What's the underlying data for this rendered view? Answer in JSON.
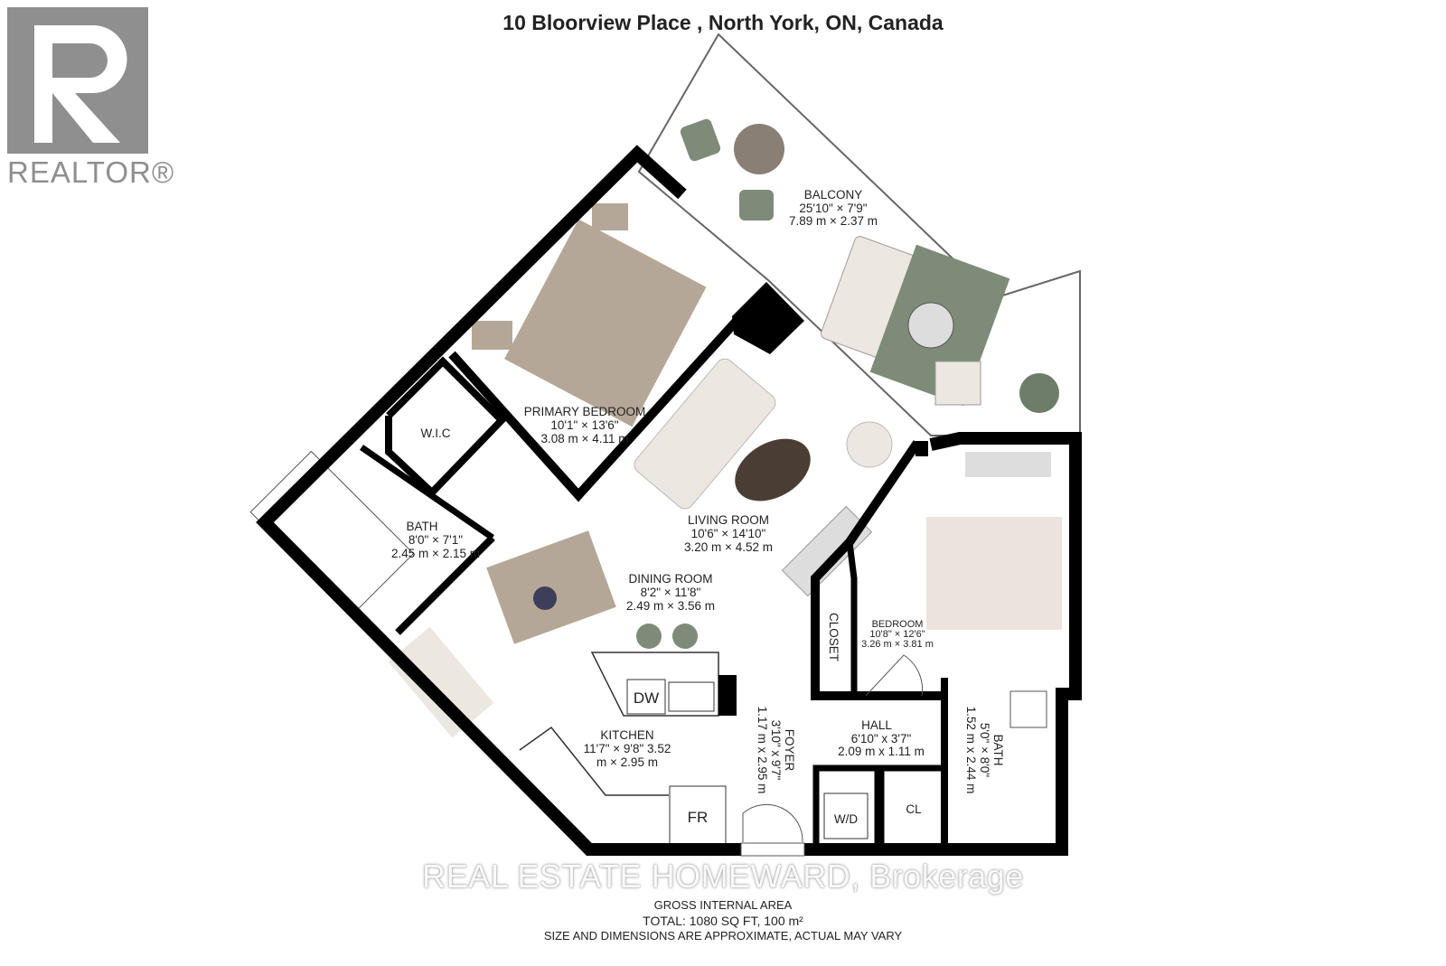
{
  "title": "10 Bloorview Place , North York, ON, Canada",
  "logo": {
    "text": "REALTOR®",
    "color": "#8f8f8f"
  },
  "rooms": {
    "balcony": {
      "name": "BALCONY",
      "imperial": "25'10\" × 7'9\"",
      "metric": "7.89 m × 2.37 m"
    },
    "primary_bedroom": {
      "name": "PRIMARY BEDROOM",
      "imperial": "10'1\" × 13'6\"",
      "metric": "3.08 m × 4.11 m"
    },
    "wic": {
      "name": "W.I.C"
    },
    "bath1": {
      "name": "BATH",
      "imperial": "8'0\" × 7'1\"",
      "metric": "2.45 m × 2.15 m"
    },
    "living_room": {
      "name": "LIVING ROOM",
      "imperial": "10'6\" × 14'10\"",
      "metric": "3.20 m × 4.52 m"
    },
    "dining_room": {
      "name": "DINING ROOM",
      "imperial": "8'2\" × 11'8\"",
      "metric": "2.49 m × 3.56 m"
    },
    "kitchen": {
      "name": "KITCHEN",
      "imperial": "11'7\" × 9'8\" 3.52",
      "metric": "m × 2.95 m"
    },
    "foyer": {
      "name": "FOYER",
      "imperial": "3'10\" x 9'7\"",
      "metric": "1.17 m x 2.95 m"
    },
    "hall": {
      "name": "HALL",
      "imperial": "6'10\" x 3'7\"",
      "metric": "2.09 m x 1.11 m"
    },
    "bedroom": {
      "name": "BEDROOM",
      "imperial": "10'8\" × 12'6\"",
      "metric": "3.26 m × 3.81 m"
    },
    "closet": {
      "name": "CLOSET"
    },
    "bath2": {
      "name": "BATH",
      "imperial": "5'0\" × 8'0\"",
      "metric": "1.52 m x 2.44 m"
    }
  },
  "fixtures": {
    "dw": "DW",
    "fr": "FR",
    "wd": "W/D",
    "cl": "CL"
  },
  "footer": {
    "heading": "GROSS INTERNAL AREA",
    "total": "TOTAL: 1080 SQ FT, 100 m²",
    "disclaimer": "SIZE AND DIMENSIONS ARE APPROXIMATE, ACTUAL MAY VARY"
  },
  "watermark": "REAL ESTATE HOMEWARD, Brokerage",
  "colors": {
    "wall": "#000000",
    "furniture_green": "#7d8b78",
    "furniture_beige": "#bfb1a0",
    "sofa": "#ece7e0",
    "table_dark": "#4a3d34"
  }
}
